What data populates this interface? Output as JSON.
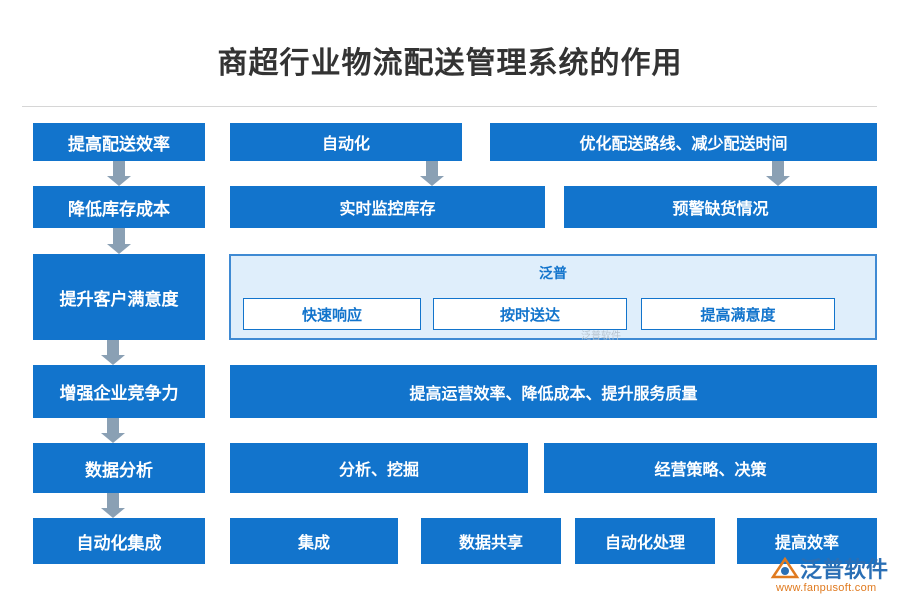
{
  "title": "商超行业物流配送管理系统的作用",
  "colors": {
    "box": "#1274cc",
    "arrow": "#8aa0b4",
    "panel_bg": "#dfeefb"
  },
  "rows": [
    {
      "label": "提高配送效率",
      "items": [
        "自动化",
        "优化配送路线、减少配送时间"
      ]
    },
    {
      "label": "降低库存成本",
      "items": [
        "实时监控库存",
        "预警缺货情况"
      ]
    },
    {
      "label": "提升客户满意度",
      "group_title": "泛普",
      "items": [
        "快速响应",
        "按时送达",
        "提高满意度"
      ]
    },
    {
      "label": "增强企业竞争力",
      "items": [
        "提高运营效率、降低成本、提升服务质量"
      ]
    },
    {
      "label": "数据分析",
      "items": [
        "分析、挖掘",
        "经营策略、决策"
      ]
    },
    {
      "label": "自动化集成",
      "items": [
        "集成",
        "数据共享",
        "自动化处理",
        "提高效率"
      ]
    }
  ],
  "watermark": "泛普软件",
  "logo": {
    "name": "泛普软件",
    "url": "www.fanpusoft.com",
    "mark": "logo-mark-icon"
  }
}
